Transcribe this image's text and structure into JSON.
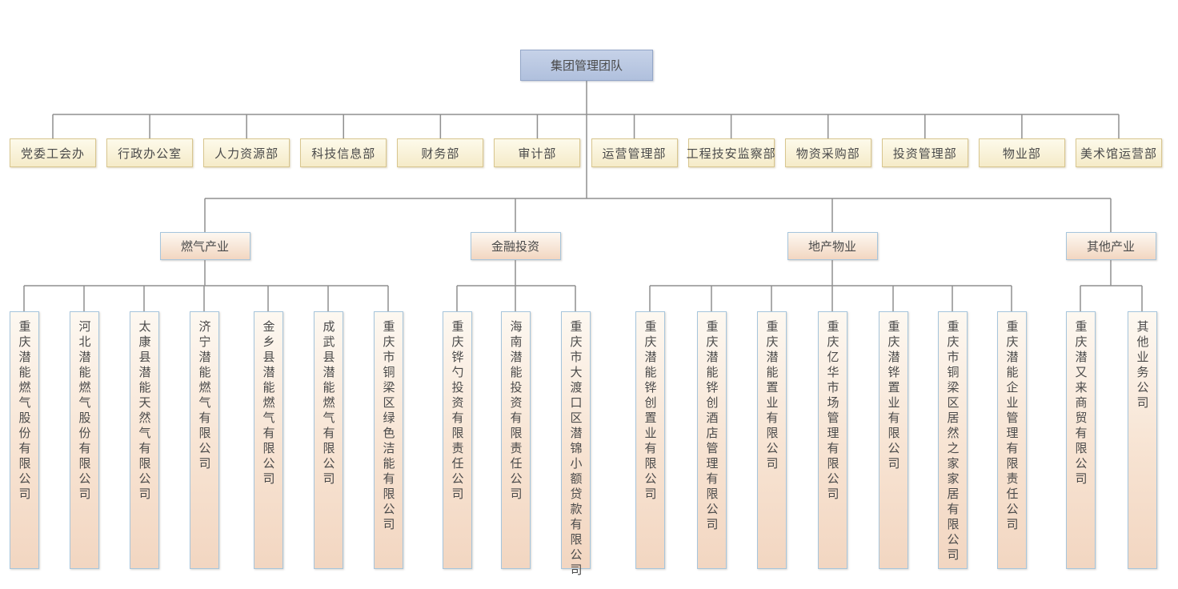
{
  "colors": {
    "line": "#8f8f8f",
    "text": "#4a4a4a",
    "root_fill_top": "#c6d2e8",
    "root_fill_bottom": "#b0c0dd",
    "root_border": "#93a6c8",
    "dept_fill_top": "#fdfaeb",
    "dept_fill_bottom": "#f5ebc8",
    "dept_border": "#d8c68f",
    "peach_fill_top": "#fdf8f1",
    "peach_fill_bottom": "#f2d6c1",
    "peach_border": "#a6c5dc"
  },
  "org_chart": {
    "root": {
      "label": "集团管理团队"
    },
    "departments": [
      {
        "label": "党委工会办"
      },
      {
        "label": "行政办公室"
      },
      {
        "label": "人力资源部"
      },
      {
        "label": "科技信息部"
      },
      {
        "label": "财务部"
      },
      {
        "label": "审计部"
      },
      {
        "label": "运营管理部"
      },
      {
        "label": "工程技安监察部"
      },
      {
        "label": "物资采购部"
      },
      {
        "label": "投资管理部"
      },
      {
        "label": "物业部"
      },
      {
        "label": "美术馆运营部"
      }
    ],
    "groups": [
      {
        "label": "燃气产业",
        "children": [
          "重庆潜能燃气股份有限公司",
          "河北潜能燃气股份有限公司",
          "太康县潜能天然气有限公司",
          "济宁潜能燃气有限公司",
          "金乡县潜能燃气有限公司",
          "成武县潜能燃气有限公司",
          "重庆市铜梁区绿色洁能有限公司"
        ]
      },
      {
        "label": "金融投资",
        "children": [
          "重庆铧勺投资有限责任公司",
          "海南潜能投资有限责任公司",
          "重庆市大渡口区潜锦小额贷款有限公司"
        ]
      },
      {
        "label": "地产物业",
        "children": [
          "重庆潜能铧创置业有限公司",
          "重庆潜能铧创酒店管理有限公司",
          "重庆潜能置业有限公司",
          "重庆亿华市场管理有限公司",
          "重庆潜铧置业有限公司",
          "重庆市铜梁区居然之家家居有限公司",
          "重庆潜能企业管理有限责任公司"
        ]
      },
      {
        "label": "其他产业",
        "children": [
          "重庆潜又来商贸有限公司",
          "其他业务公司"
        ]
      }
    ]
  }
}
